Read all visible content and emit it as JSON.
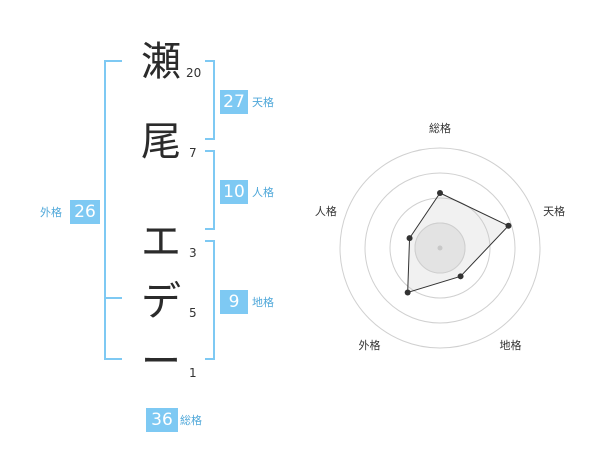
{
  "name": {
    "chars": [
      {
        "char": "瀬",
        "strokes": "20"
      },
      {
        "char": "尾",
        "strokes": "7"
      },
      {
        "char": "エ",
        "strokes": "3"
      },
      {
        "char": "デ",
        "strokes": "5"
      },
      {
        "char": "ー",
        "strokes": "1"
      }
    ]
  },
  "fortune": {
    "tenkaku": {
      "value": "27",
      "label": "天格"
    },
    "jinkaku": {
      "value": "10",
      "label": "人格"
    },
    "chikaku": {
      "value": "9",
      "label": "地格"
    },
    "gaikaku": {
      "value": "26",
      "label": "外格"
    },
    "soukaku": {
      "value": "36",
      "label": "総格"
    }
  },
  "colors": {
    "accent": "#7ec9f3",
    "accent_text": "#4ea7d9"
  },
  "chart_data": {
    "type": "radar",
    "axes": [
      "総格",
      "天格",
      "地格",
      "外格",
      "人格"
    ],
    "values": [
      0.55,
      0.72,
      0.35,
      0.55,
      0.32
    ],
    "rings": 4,
    "grid": true
  }
}
